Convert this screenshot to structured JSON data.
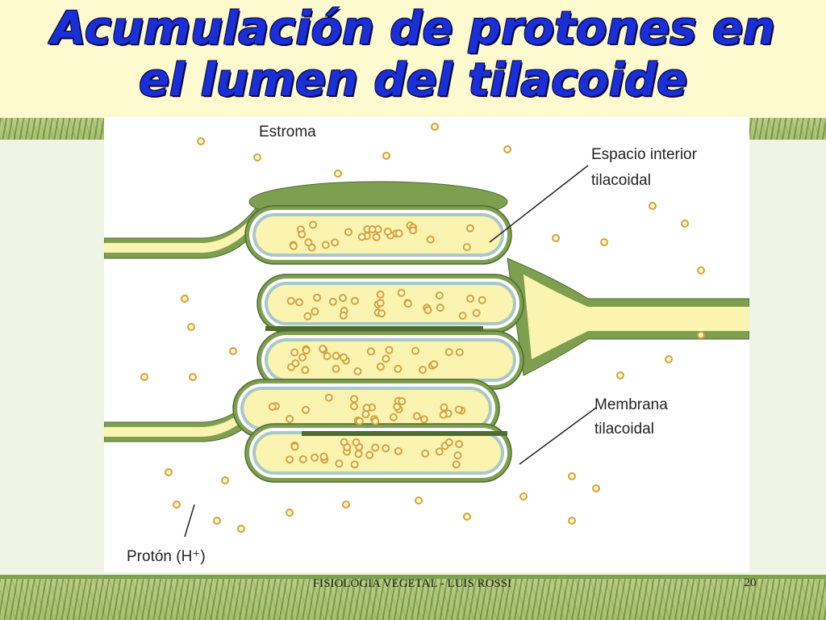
{
  "slide": {
    "title_line1": "Acumulación de protones en",
    "title_line2": "el lumen del tilacoide",
    "footer": "FISIOLOGIA VEGETAL - LUIS ROSSI",
    "page_number": "20"
  },
  "diagram": {
    "labels": {
      "stroma": "Estroma",
      "lumen_line1": "Espacio interior",
      "lumen_line2": "tilacoidal",
      "membrane_line1": "Membrana",
      "membrane_line2": "tilacoidal",
      "proton": "Protón (H⁺)"
    },
    "colors": {
      "membrane": "#8aa85a",
      "membrane_dark": "#5d7a3a",
      "lumen": "#fbf3b0",
      "proton": "#e8b84a",
      "title": "#1a2fd8"
    }
  }
}
